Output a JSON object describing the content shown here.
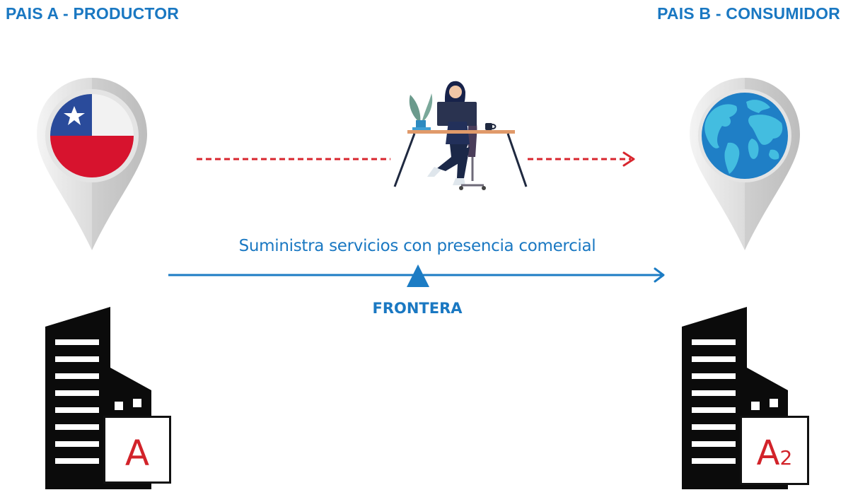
{
  "header": {
    "country_a": "PAIS A - PRODUCTOR",
    "country_b": "PAIS B - CONSUMIDOR"
  },
  "flow": {
    "supply_label": "Suministra servicios con presencia comercial",
    "border_label": "FRONTERA"
  },
  "buildings": {
    "producer_badge": "A",
    "consumer_badge": "A",
    "consumer_badge_sub": "2"
  },
  "icons": {
    "producer_pin": "chile-flag-pin-icon",
    "consumer_pin": "globe-pin-icon",
    "worker": "person-at-desk-icon",
    "producer_building": "office-building-icon",
    "consumer_building": "office-building-icon"
  },
  "colors": {
    "heading_blue": "#1a78c2",
    "border_arrow_blue": "#1c7cc4",
    "dashed_arrow_red": "#d8262e",
    "badge_red": "#d2232a",
    "building_black": "#0b0b0b"
  }
}
